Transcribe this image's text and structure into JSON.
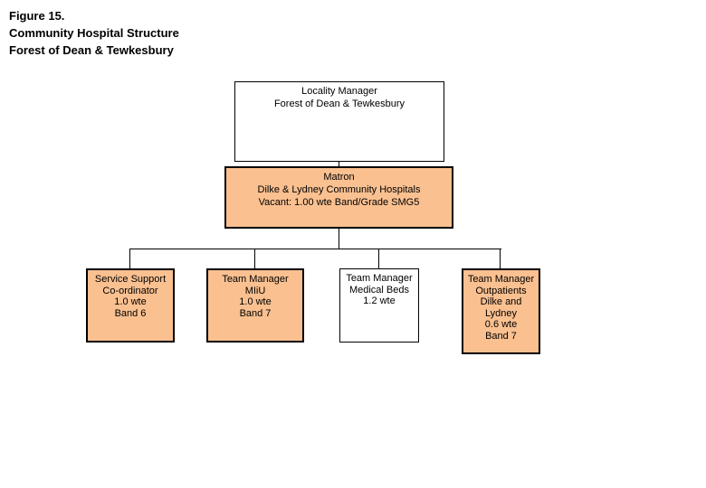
{
  "title": {
    "lines": [
      "Figure 15.",
      "Community Hospital Structure",
      "Forest of Dean & Tewkesbury"
    ]
  },
  "colors": {
    "background": "#FFFFFF",
    "node_fill_orange": "#FAC090",
    "node_fill_white": "#FFFFFF",
    "node_border": "#000000",
    "connector": "#000000",
    "text": "#000000"
  },
  "chart": {
    "type": "org-chart",
    "nodes": [
      {
        "id": "locality-manager",
        "fill": "white",
        "lines": [
          "Locality Manager",
          "Forest of Dean & Tewkesbury"
        ]
      },
      {
        "id": "matron",
        "fill": "orange",
        "lines": [
          "Matron",
          "Dilke & Lydney Community Hospitals",
          "Vacant: 1.00 wte Band/Grade SMG5"
        ]
      },
      {
        "id": "service-support-coordinator",
        "fill": "orange",
        "lines": [
          "Service Support",
          "Co-ordinator",
          "1.0 wte",
          "Band 6"
        ]
      },
      {
        "id": "team-manager-miiu",
        "fill": "orange",
        "lines": [
          "Team Manager",
          "MIiU",
          "1.0 wte",
          "Band 7"
        ]
      },
      {
        "id": "team-manager-medical-beds",
        "fill": "white",
        "lines": [
          "Team Manager",
          "Medical Beds",
          "1.2 wte"
        ]
      },
      {
        "id": "team-manager-outpatients",
        "fill": "orange",
        "lines": [
          "Team Manager",
          "Outpatients",
          "Dilke and",
          "Lydney",
          "0.6 wte",
          "Band 7"
        ]
      }
    ],
    "edges": [
      {
        "from": "locality-manager",
        "to": "matron"
      },
      {
        "from": "matron",
        "to": "service-support-coordinator"
      },
      {
        "from": "matron",
        "to": "team-manager-miiu"
      },
      {
        "from": "matron",
        "to": "team-manager-medical-beds"
      },
      {
        "from": "matron",
        "to": "team-manager-outpatients"
      }
    ]
  }
}
